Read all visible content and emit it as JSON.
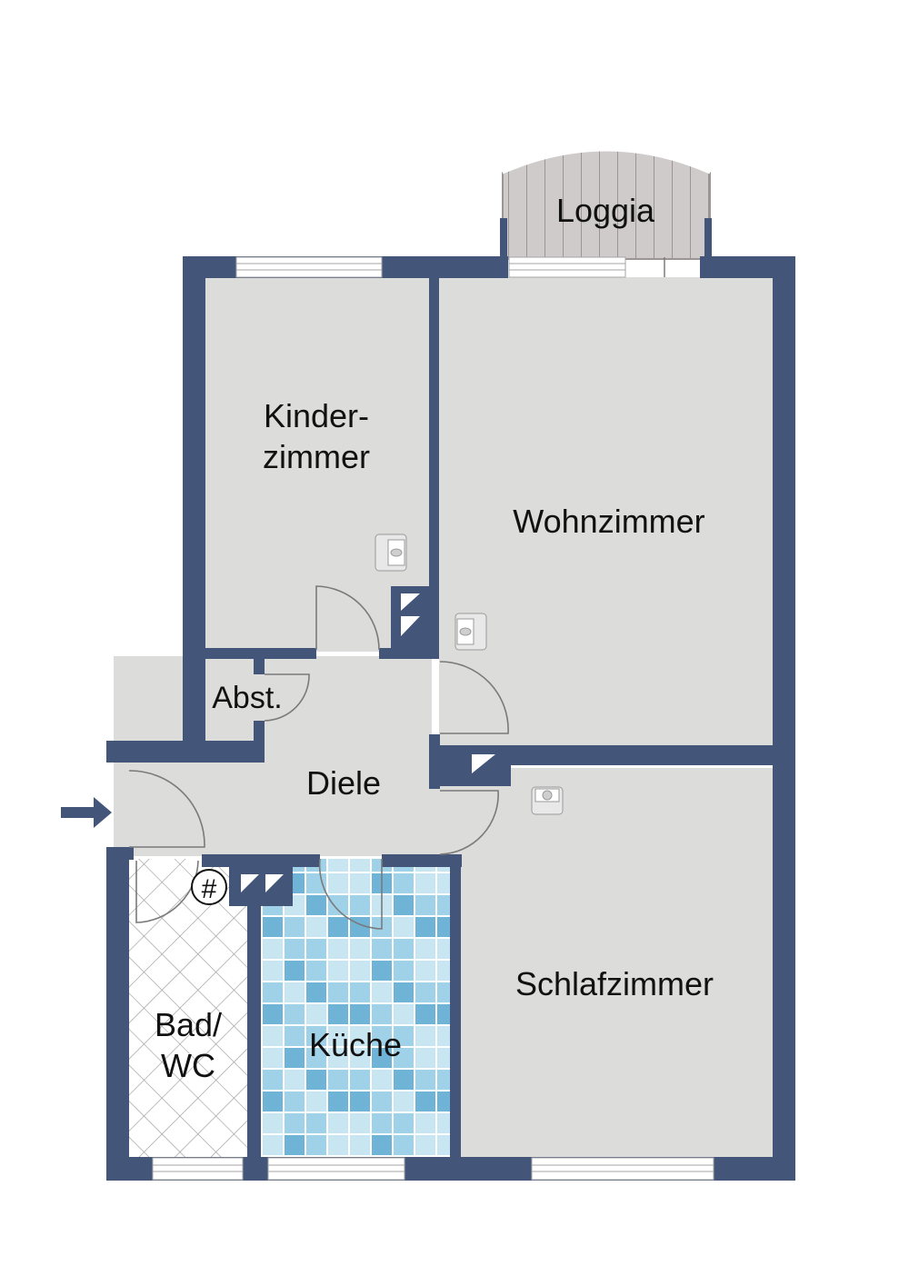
{
  "floor_plan": {
    "colors": {
      "wall": "#44557a",
      "floor": "#dcdcdb",
      "loggia_floor": "#cfcbcb",
      "window": "#ffffff",
      "window_frame": "#a6a6a6",
      "door_swing": "#7a7a7a",
      "kitchen_tile_light": "#c7e6f2",
      "kitchen_tile_mid": "#9fd2e8",
      "kitchen_tile_dark": "#6fb4d6",
      "bath_grid": "#9a9a9a",
      "label": "#111111"
    },
    "rooms": {
      "loggia": {
        "label": "Loggia"
      },
      "kinderzimmer": {
        "label_line1": "Kinder-",
        "label_line2": "zimmer"
      },
      "wohnzimmer": {
        "label": "Wohnzimmer"
      },
      "abstellraum": {
        "label": "Abst."
      },
      "diele": {
        "label": "Diele"
      },
      "schlafzimmer": {
        "label": "Schlafzimmer"
      },
      "bad_wc": {
        "label_line1": "Bad/",
        "label_line2": "WC"
      },
      "kueche": {
        "label": "Küche"
      }
    },
    "symbols": {
      "ventilation_shaft_marker": "#",
      "entrance_arrow": "entrance-arrow-icon"
    }
  }
}
